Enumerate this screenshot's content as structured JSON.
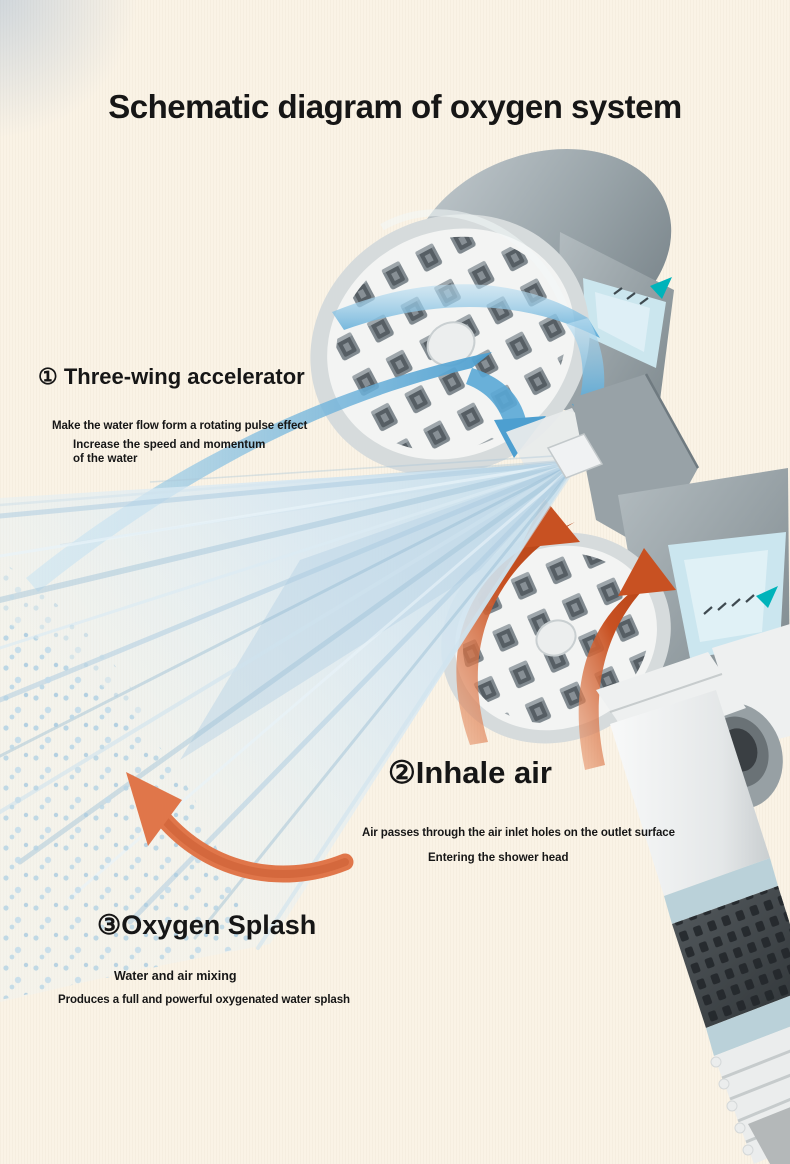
{
  "page": {
    "title": "Schematic diagram of oxygen system",
    "background_color": "#faf3e6",
    "title_color": "#161616"
  },
  "sections": [
    {
      "title": "① Three-wing accelerator",
      "line1": "Make the water flow form a rotating pulse effect",
      "line2": "Increase the speed and momentum of the water"
    },
    {
      "title": "②Inhale air",
      "line1": "Air passes through the air inlet holes on the outlet surface",
      "line2": "Entering the shower head"
    },
    {
      "title": "③Oxygen Splash",
      "line1": "Water and air mixing",
      "line2": "Produces a full and powerful oxygenated water splash"
    }
  ],
  "illustration": {
    "subject": "cutaway shower head spraying oxygenated water",
    "colors": {
      "water_flow_blue": "#4d9fd0",
      "air_intake_orange": "#c85122",
      "spray_arrow_orange": "#e0764a",
      "spray_mist_blue": "#cfe3ef",
      "inlet_accent_teal": "#00b3ba",
      "metal_gray": "#97a1a6",
      "grip_dark": "#3c4246",
      "ring_blue": "#bad1d9"
    }
  }
}
